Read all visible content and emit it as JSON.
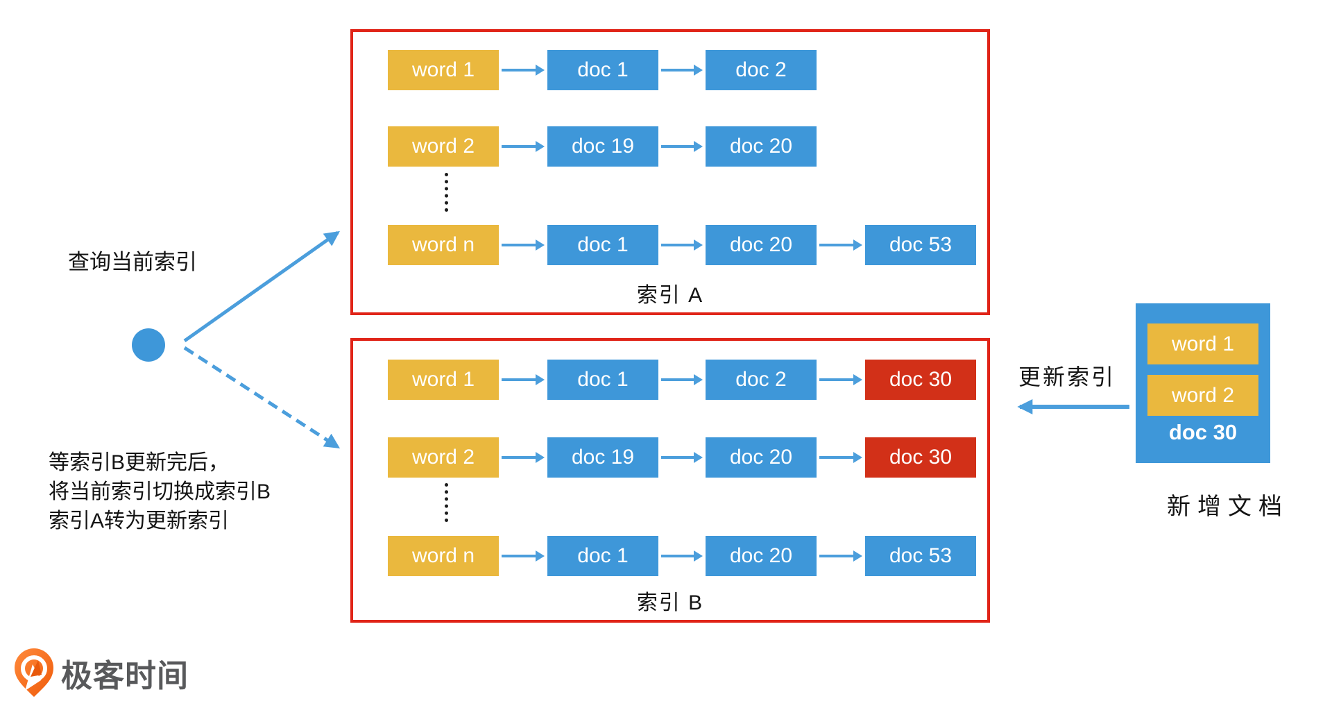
{
  "colors": {
    "yellow": "#EAB83E",
    "blue": "#3E97D9",
    "red_box": "#D23018",
    "red_border": "#E02418",
    "arrow_blue": "#4B9EDC",
    "text_black": "#141414",
    "logo_orange": "#F26A13",
    "logo_text_gray": "#58595B"
  },
  "left": {
    "query_label": "查询当前索引",
    "note_lines": [
      "等索引B更新完后，",
      "将当前索引切换成索引B",
      "索引A转为更新索引"
    ]
  },
  "index_a": {
    "label": "索引 A",
    "rows": [
      {
        "cells": [
          {
            "text": "word 1",
            "type": "word"
          },
          {
            "text": "doc 1",
            "type": "doc"
          },
          {
            "text": "doc 2",
            "type": "doc"
          }
        ]
      },
      {
        "cells": [
          {
            "text": "word 2",
            "type": "word"
          },
          {
            "text": "doc 19",
            "type": "doc"
          },
          {
            "text": "doc 20",
            "type": "doc"
          }
        ]
      },
      {
        "cells": [
          {
            "text": "word n",
            "type": "word"
          },
          {
            "text": "doc 1",
            "type": "doc"
          },
          {
            "text": "doc 20",
            "type": "doc"
          },
          {
            "text": "doc 53",
            "type": "doc"
          }
        ]
      }
    ]
  },
  "index_b": {
    "label": "索引 B",
    "rows": [
      {
        "cells": [
          {
            "text": "word 1",
            "type": "word"
          },
          {
            "text": "doc 1",
            "type": "doc"
          },
          {
            "text": "doc 2",
            "type": "doc"
          },
          {
            "text": "doc 30",
            "type": "new"
          }
        ]
      },
      {
        "cells": [
          {
            "text": "word 2",
            "type": "word"
          },
          {
            "text": "doc 19",
            "type": "doc"
          },
          {
            "text": "doc 20",
            "type": "doc"
          },
          {
            "text": "doc 30",
            "type": "new"
          }
        ]
      },
      {
        "cells": [
          {
            "text": "word n",
            "type": "word"
          },
          {
            "text": "doc 1",
            "type": "doc"
          },
          {
            "text": "doc 20",
            "type": "doc"
          },
          {
            "text": "doc 53",
            "type": "doc"
          }
        ]
      }
    ]
  },
  "right": {
    "update_label": "更新索引",
    "new_docs": {
      "words": [
        "word 1",
        "word 2"
      ],
      "doc_label": "doc 30"
    },
    "new_docs_caption": "新增文档"
  },
  "logo": {
    "text": "极客时间"
  }
}
